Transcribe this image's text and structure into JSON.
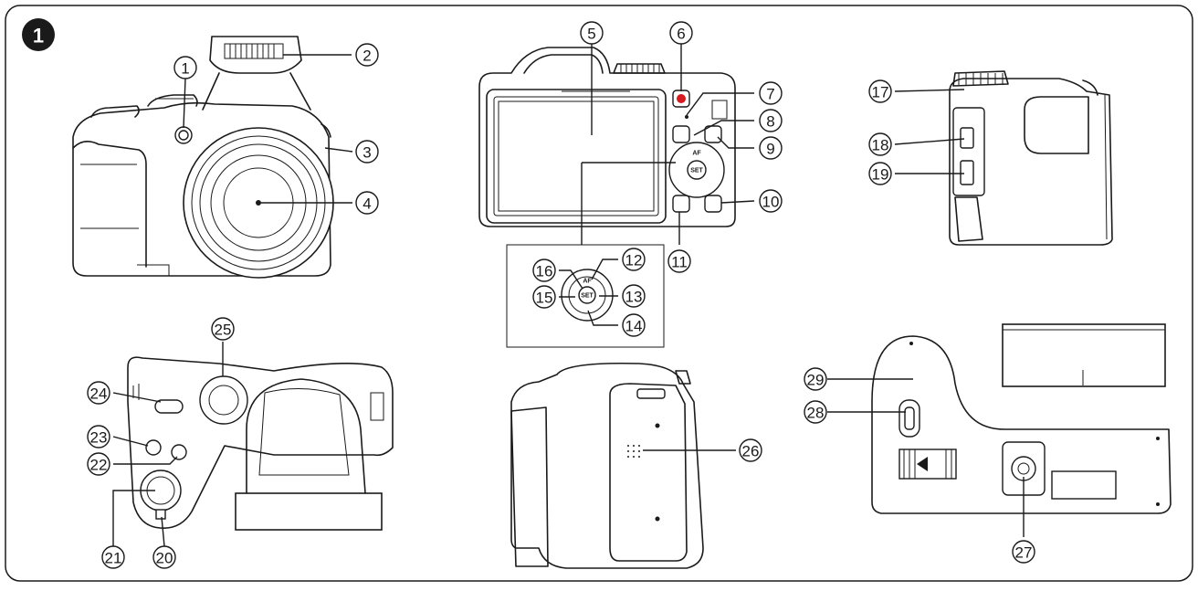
{
  "figure_number": "1",
  "callouts": [
    "1",
    "2",
    "3",
    "4",
    "5",
    "6",
    "7",
    "8",
    "9",
    "10",
    "11",
    "12",
    "13",
    "14",
    "15",
    "16",
    "17",
    "18",
    "19",
    "20",
    "21",
    "22",
    "23",
    "24",
    "25",
    "26",
    "27",
    "28",
    "29"
  ],
  "pad_labels": {
    "af": "AF",
    "set": "SET"
  }
}
